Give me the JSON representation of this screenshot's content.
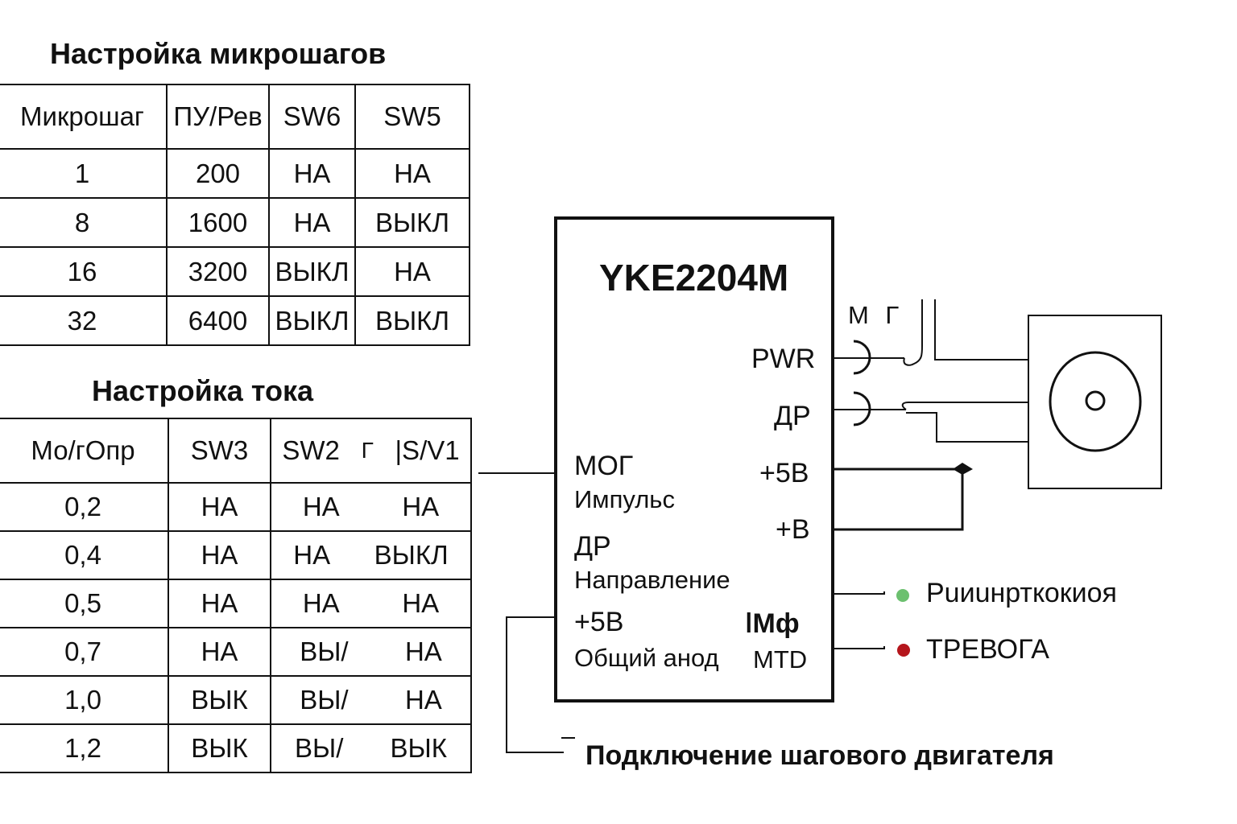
{
  "microstep_section": {
    "title": "Настройка микрошагов",
    "headers": [
      "Микрошаг",
      "ПУ/Рев",
      "SW6",
      "SW5"
    ],
    "rows": [
      [
        "1",
        "200",
        "НА",
        "НА"
      ],
      [
        "8",
        "1600",
        "НА",
        "ВЫКЛ"
      ],
      [
        "16",
        "3200",
        "ВЫКЛ",
        "НА"
      ],
      [
        "32",
        "6400",
        "ВЫКЛ",
        "ВЫКЛ"
      ]
    ]
  },
  "current_section": {
    "title": "Настройка тока",
    "headers": [
      "Мо/гОпр",
      "SW3",
      "SW2",
      "Г",
      "|S/V1"
    ],
    "rows": [
      [
        "0,2",
        "НА",
        "НА",
        "НА"
      ],
      [
        "0,4",
        "НА",
        "НА",
        "ВЫКЛ"
      ],
      [
        "0,5",
        "НА",
        "НА",
        "НА"
      ],
      [
        "0,7",
        "НА",
        "ВЫ/",
        "НА"
      ],
      [
        "1,0",
        "ВЫК",
        "ВЫ/",
        "НА"
      ],
      [
        "1,2",
        "ВЫК",
        "ВЫ/",
        "ВЫК"
      ]
    ]
  },
  "driver": {
    "model": "YKE2204M",
    "right_pins": [
      "PWR",
      "ДР",
      "+5В",
      "+В"
    ],
    "left_labels": {
      "mog": "МОГ",
      "impulse": "Импульс",
      "dr": "ДР",
      "direction": "Направление",
      "plus5v": "+5В",
      "common_anode": "Общий анод"
    },
    "bottom_right": {
      "mf": "ǀМф",
      "mtd": "MTD"
    }
  },
  "motor_label": "М Г",
  "indicators": [
    {
      "label": "Рuиuнрткoкиoя",
      "color": "#6cc06f"
    },
    {
      "label": "ТРЕВОГА",
      "color": "#b5161c"
    }
  ],
  "caption": "Подключение шагового двигателя",
  "caption_dash": "–"
}
